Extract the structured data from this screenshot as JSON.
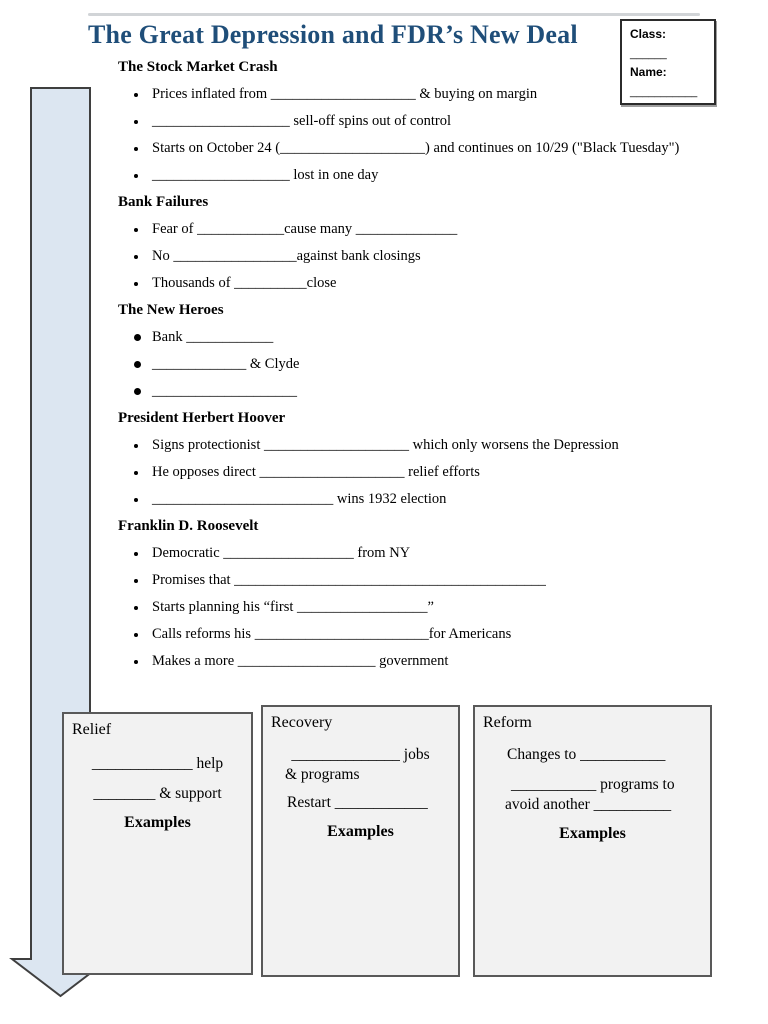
{
  "title": {
    "text": "The Great Depression and FDR’s New Deal",
    "color": "#1f4e79"
  },
  "id_box": {
    "class_label": "Class:",
    "class_blank": "______",
    "name_label": "Name:",
    "name_blank": "___________"
  },
  "sections": [
    {
      "heading": "The Stock Market Crash",
      "bullets": [
        {
          "text": "Prices inflated from ____________________ & buying on margin"
        },
        {
          "text": "___________________ sell-off spins out of control"
        },
        {
          "text": "Starts on October 24 (____________________) and continues on 10/29 (\"Black Tuesday\")"
        },
        {
          "text": "___________________ lost in one day"
        }
      ]
    },
    {
      "heading": "Bank Failures",
      "bullets": [
        {
          "text": "Fear of ____________cause many ______________"
        },
        {
          "text": "No _________________against bank closings"
        },
        {
          "text": "Thousands of __________close"
        }
      ]
    },
    {
      "heading": "The New Heroes",
      "bullets": [
        {
          "text": "Bank ____________"
        },
        {
          "text": "_____________ & Clyde"
        },
        {
          "text": "____________________"
        }
      ]
    },
    {
      "heading": "President Herbert Hoover",
      "bullets": [
        {
          "text": "Signs protectionist ____________________ which only worsens the Depression"
        },
        {
          "text": "He opposes direct ____________________ relief efforts"
        },
        {
          "text": "_________________________ wins 1932 election"
        }
      ]
    },
    {
      "heading": "Franklin D. Roosevelt",
      "bullets": [
        {
          "text": "Democratic __________________ from NY"
        },
        {
          "text": "Promises that ___________________________________________"
        },
        {
          "text": "Starts planning his “first __________________”"
        },
        {
          "text": "Calls reforms his ________________________for Americans"
        },
        {
          "text": "Makes a more ___________________ government"
        }
      ]
    }
  ],
  "boxes": [
    {
      "title": "Relief",
      "lines": [
        "_____________ help",
        "________ & support"
      ],
      "examples_label": "Examples"
    },
    {
      "title": "Recovery",
      "lines": [
        "______________ jobs",
        "& programs",
        "Restart ____________"
      ],
      "examples_label": "Examples"
    },
    {
      "title": "Reform",
      "lines": [
        "Changes to ___________",
        "___________ programs to",
        "avoid another __________"
      ],
      "examples_label": "Examples"
    }
  ],
  "arrow": {
    "fill": "#dce6f1",
    "border": "#3f3f3f"
  }
}
